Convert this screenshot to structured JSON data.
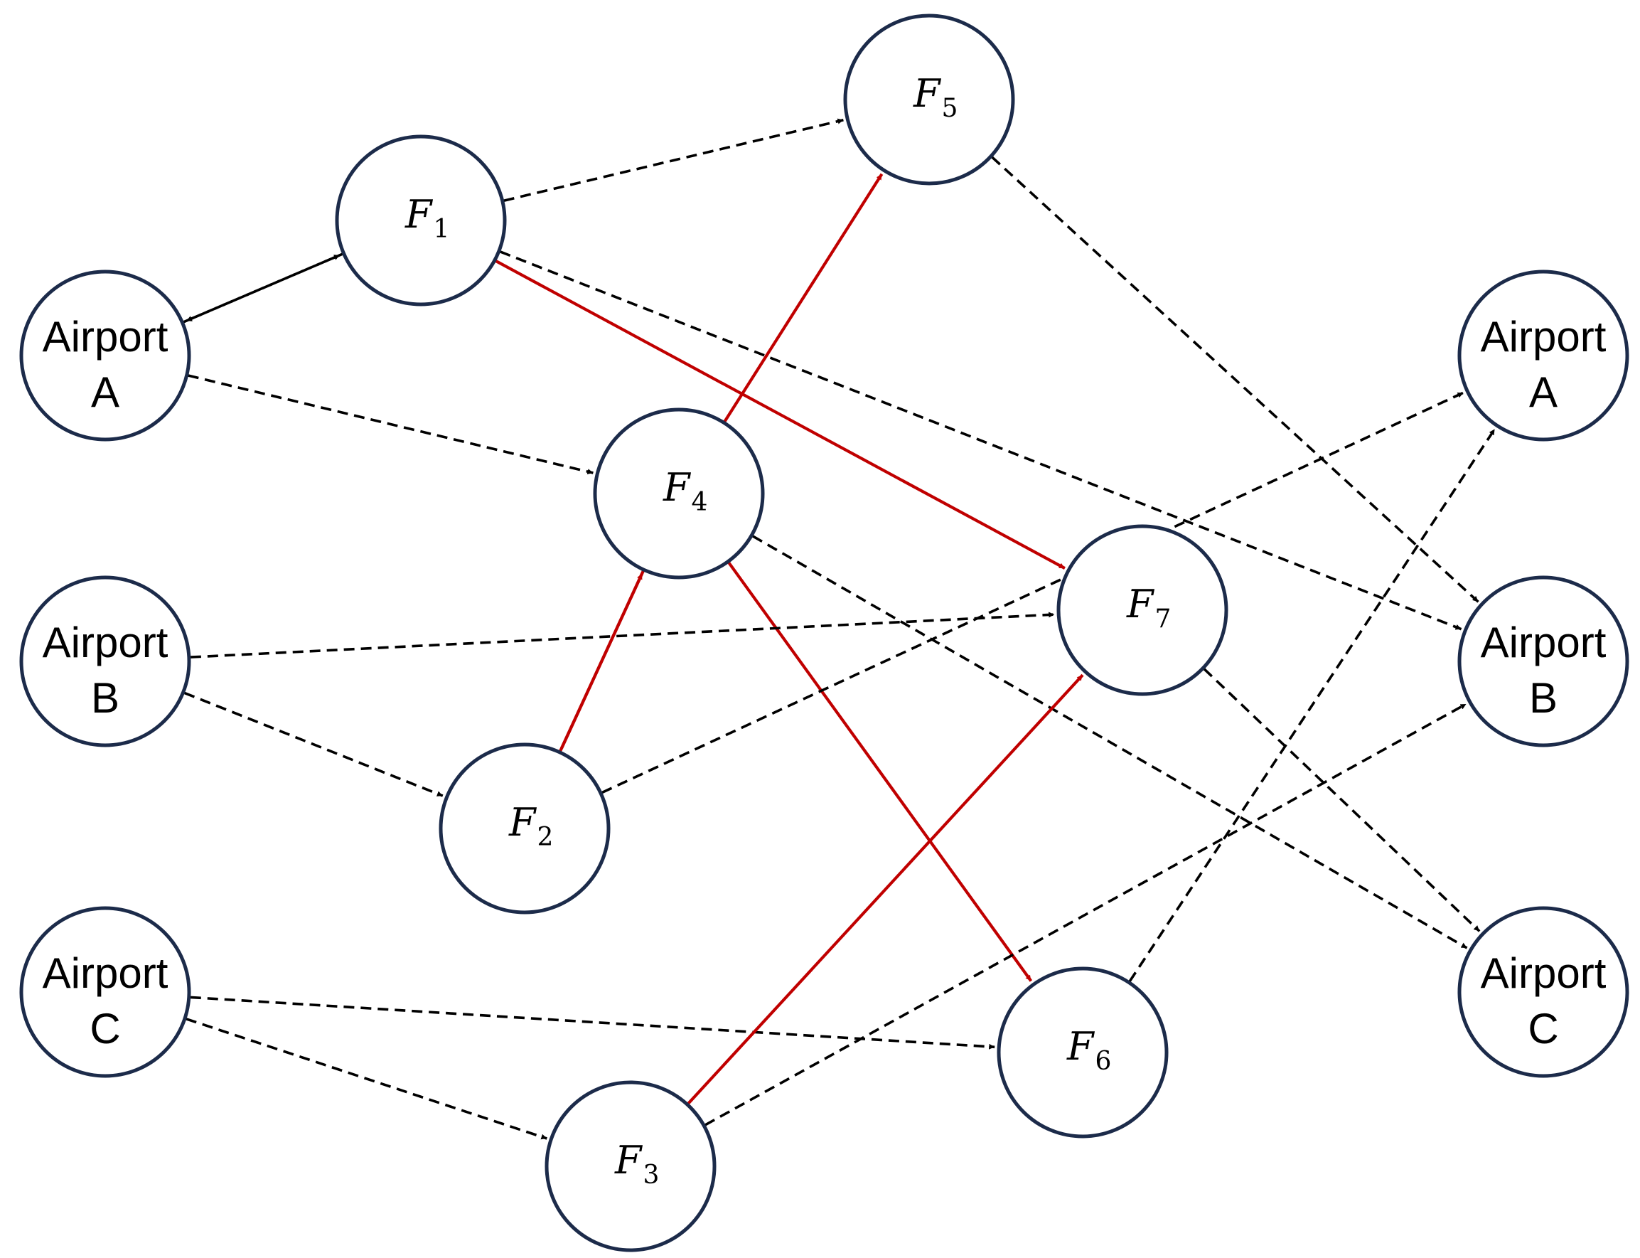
{
  "diagram": {
    "colors": {
      "node_stroke": "#1c2b4a",
      "dashed_edge": "#000000",
      "solid_edge": "#c00000"
    },
    "nodes": [
      {
        "id": "srcA",
        "type": "airport",
        "line1": "Airport",
        "line2": "A"
      },
      {
        "id": "srcB",
        "type": "airport",
        "line1": "Airport",
        "line2": "B"
      },
      {
        "id": "srcC",
        "type": "airport",
        "line1": "Airport",
        "line2": "C"
      },
      {
        "id": "F1",
        "type": "flight",
        "letter": "F",
        "sub": "1"
      },
      {
        "id": "F2",
        "type": "flight",
        "letter": "F",
        "sub": "2"
      },
      {
        "id": "F3",
        "type": "flight",
        "letter": "F",
        "sub": "3"
      },
      {
        "id": "F4",
        "type": "flight",
        "letter": "F",
        "sub": "4"
      },
      {
        "id": "F5",
        "type": "flight",
        "letter": "F",
        "sub": "5"
      },
      {
        "id": "F6",
        "type": "flight",
        "letter": "F",
        "sub": "6"
      },
      {
        "id": "F7",
        "type": "flight",
        "letter": "F",
        "sub": "7"
      },
      {
        "id": "dstA",
        "type": "airport",
        "line1": "Airport",
        "line2": "A"
      },
      {
        "id": "dstB",
        "type": "airport",
        "line1": "Airport",
        "line2": "B"
      },
      {
        "id": "dstC",
        "type": "airport",
        "line1": "Airport",
        "line2": "C"
      }
    ],
    "edges": [
      {
        "from": "srcA",
        "to": "F1",
        "style": "dashed",
        "arrow": true
      },
      {
        "from": "F1",
        "to": "srcA",
        "style": "dashed",
        "arrow": true
      },
      {
        "from": "srcA",
        "to": "F4",
        "style": "dashed",
        "arrow": true
      },
      {
        "from": "F1",
        "to": "F5",
        "style": "dashed",
        "arrow": true
      },
      {
        "from": "F1",
        "to": "dstB",
        "style": "dashed",
        "arrow": true
      },
      {
        "from": "F1",
        "to": "F7",
        "style": "solid",
        "arrow": true
      },
      {
        "from": "F5",
        "to": "dstB",
        "style": "dashed",
        "arrow": true
      },
      {
        "from": "F4",
        "to": "F5",
        "style": "solid",
        "arrow": true
      },
      {
        "from": "F4",
        "to": "F6",
        "style": "solid",
        "arrow": true
      },
      {
        "from": "F4",
        "to": "dstC",
        "style": "dashed",
        "arrow": true
      },
      {
        "from": "F4",
        "to": "F2",
        "style": "solid",
        "arrow": false
      },
      {
        "from": "F2",
        "to": "F4",
        "style": "solid",
        "arrow": true
      },
      {
        "from": "srcB",
        "to": "F7",
        "style": "dashed",
        "arrow": true
      },
      {
        "from": "srcB",
        "to": "F2",
        "style": "dashed",
        "arrow": true
      },
      {
        "from": "F2",
        "to": "dstA",
        "style": "dashed",
        "arrow": true
      },
      {
        "from": "F7",
        "to": "dstC",
        "style": "dashed",
        "arrow": true
      },
      {
        "from": "srcC",
        "to": "F6",
        "style": "dashed",
        "arrow": true
      },
      {
        "from": "srcC",
        "to": "F3",
        "style": "dashed",
        "arrow": true
      },
      {
        "from": "F3",
        "to": "F7",
        "style": "solid",
        "arrow": true
      },
      {
        "from": "F3",
        "to": "dstB",
        "style": "dashed",
        "arrow": true
      },
      {
        "from": "F6",
        "to": "dstA",
        "style": "dashed",
        "arrow": true
      }
    ]
  }
}
